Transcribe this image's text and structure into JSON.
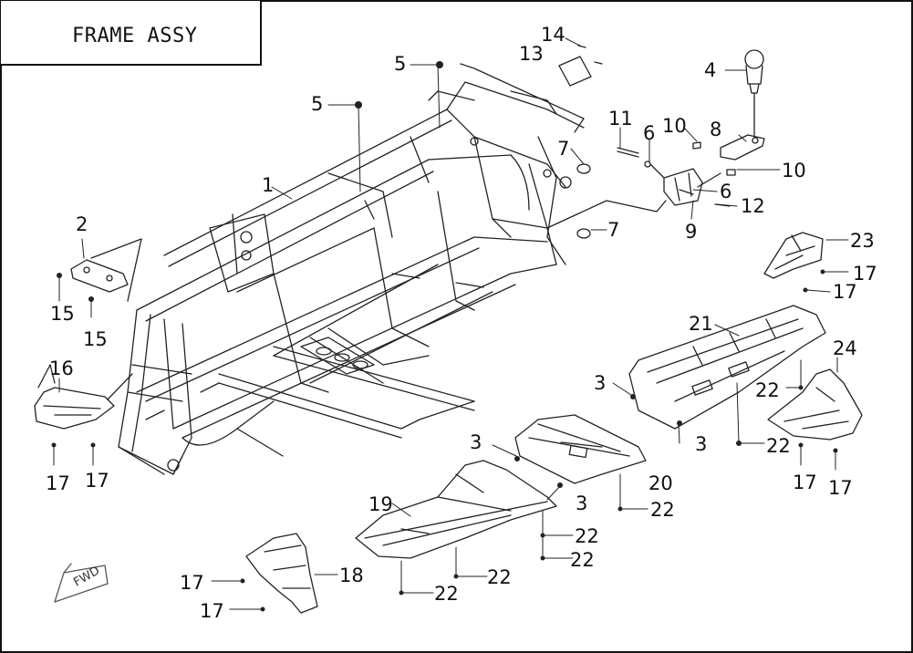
{
  "diagram": {
    "title": "FRAME ASSY",
    "fwd_label": "FWD",
    "callouts": [
      {
        "id": "c14",
        "text": "14"
      },
      {
        "id": "c13",
        "text": "13"
      },
      {
        "id": "c5a",
        "text": "5"
      },
      {
        "id": "c5b",
        "text": "5"
      },
      {
        "id": "c4",
        "text": "4"
      },
      {
        "id": "c11",
        "text": "11"
      },
      {
        "id": "c10a",
        "text": "10"
      },
      {
        "id": "c8",
        "text": "8"
      },
      {
        "id": "c6a",
        "text": "6"
      },
      {
        "id": "c7a",
        "text": "7"
      },
      {
        "id": "c10b",
        "text": "10"
      },
      {
        "id": "c6b",
        "text": "6"
      },
      {
        "id": "c12",
        "text": "12"
      },
      {
        "id": "c1",
        "text": "1"
      },
      {
        "id": "c9",
        "text": "9"
      },
      {
        "id": "c7b",
        "text": "7"
      },
      {
        "id": "c2",
        "text": "2"
      },
      {
        "id": "c23",
        "text": "23"
      },
      {
        "id": "c17a",
        "text": "17"
      },
      {
        "id": "c17b",
        "text": "17"
      },
      {
        "id": "c15a",
        "text": "15"
      },
      {
        "id": "c15b",
        "text": "15"
      },
      {
        "id": "c21",
        "text": "21"
      },
      {
        "id": "c24",
        "text": "24"
      },
      {
        "id": "c16",
        "text": "16"
      },
      {
        "id": "c3a",
        "text": "3"
      },
      {
        "id": "c22a",
        "text": "22"
      },
      {
        "id": "c3b",
        "text": "3"
      },
      {
        "id": "c22b",
        "text": "22"
      },
      {
        "id": "c3c",
        "text": "3"
      },
      {
        "id": "c17c",
        "text": "17"
      },
      {
        "id": "c17d",
        "text": "17"
      },
      {
        "id": "c17e",
        "text": "17"
      },
      {
        "id": "c17f",
        "text": "17"
      },
      {
        "id": "c20",
        "text": "20"
      },
      {
        "id": "c3d",
        "text": "3"
      },
      {
        "id": "c22c",
        "text": "22"
      },
      {
        "id": "c19",
        "text": "19"
      },
      {
        "id": "c22d",
        "text": "22"
      },
      {
        "id": "c22e",
        "text": "22"
      },
      {
        "id": "c22f",
        "text": "22"
      },
      {
        "id": "c18",
        "text": "18"
      },
      {
        "id": "c17g",
        "text": "17"
      },
      {
        "id": "c17h",
        "text": "17"
      },
      {
        "id": "c22g",
        "text": "22"
      }
    ]
  }
}
